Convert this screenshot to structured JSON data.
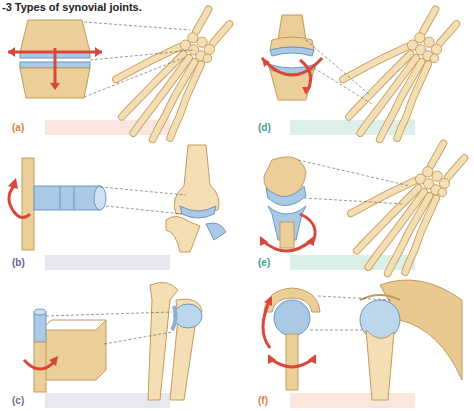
{
  "diagram": {
    "title": "-3 Types of synovial joints.",
    "labels": [
      "(a)",
      "(d)",
      "(b)",
      "(e)",
      "(c)",
      "(f)"
    ]
  }
}
